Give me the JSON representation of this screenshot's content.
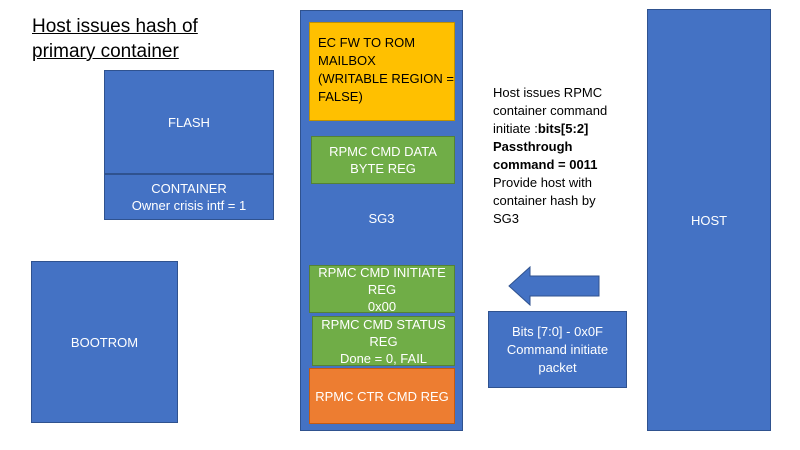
{
  "title": "Host issues hash of primary container",
  "flash": {
    "label": "FLASH"
  },
  "container": {
    "line1": "CONTAINER",
    "line2": "Owner crisis intf = 1"
  },
  "bootrom": {
    "label": "BOOTROM"
  },
  "sg3": {
    "label": "SG3",
    "mailbox": {
      "line1": "EC FW TO ROM",
      "line2": "MAILBOX",
      "line3": "(WRITABLE REGION =",
      "line4": "FALSE)"
    },
    "cmd_data": {
      "line1": "RPMC CMD DATA",
      "line2": "BYTE REG"
    },
    "cmd_initiate": {
      "line1": "RPMC CMD INITIATE",
      "line2": "REG",
      "line3": "0x00"
    },
    "cmd_status": {
      "line1": "RPMC CMD STATUS",
      "line2": "REG",
      "line3": "Done = 0, FAIL"
    },
    "ctr_cmd": {
      "label": "RPMC CTR CMD REG"
    }
  },
  "host": {
    "label": "HOST"
  },
  "note": {
    "l1": "Host issues RPMC",
    "l2": "container command",
    "l3a": "initiate :",
    "l3b": "bits[5:2]",
    "l4": "Passthrough",
    "l5": "command = 0011",
    "l6": "Provide host with",
    "l7": "container hash by",
    "l8": "SG3"
  },
  "packet": {
    "line1": "Bits [7:0] - 0x0F",
    "line2": "Command initiate",
    "line3": "packet"
  },
  "colors": {
    "blue": "#4472c4",
    "gold": "#ffc000",
    "green": "#70ad47",
    "orange": "#ed7d31"
  }
}
